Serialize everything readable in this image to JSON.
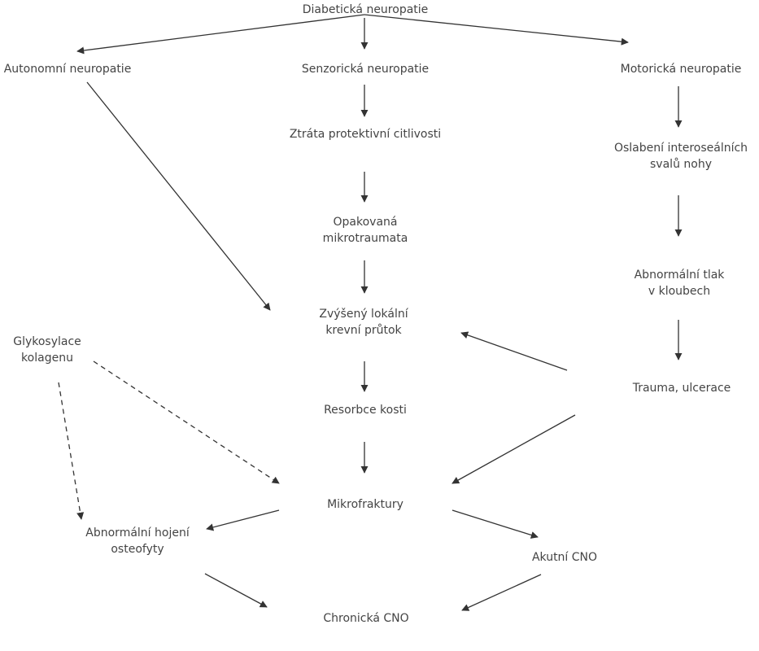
{
  "diagram": {
    "nodes": {
      "diabeticka": [
        "Diabetická neuropatie"
      ],
      "autonomni": [
        "Autonomní neuropatie"
      ],
      "senzoricka": [
        "Senzorická neuropatie"
      ],
      "motoricka": [
        "Motorická neuropatie"
      ],
      "ztrata": [
        "Ztráta protektivní citlivosti"
      ],
      "oslabeni": [
        "Oslabení interoseálních",
        "svalů nohy"
      ],
      "opakovana": [
        "Opakovaná",
        "mikrotraumata"
      ],
      "abnormalni_tlak": [
        "Abnormální tlak",
        "v kloubech"
      ],
      "zvyseny": [
        "Zvýšený lokální",
        "krevní průtok"
      ],
      "glykosylace": [
        "Glykosylace",
        "kolagenu"
      ],
      "trauma": [
        "Trauma, ulcerace"
      ],
      "resorbce": [
        "Resorbce kosti"
      ],
      "mikrofraktury": [
        "Mikrofraktury"
      ],
      "abnormalni_hojeni": [
        "Abnormální hojení",
        "osteofyty"
      ],
      "akutni": [
        "Akutní CNO"
      ],
      "chronicka": [
        "Chronická CNO"
      ]
    },
    "edges": [
      {
        "from": "diabeticka",
        "to": "autonomni",
        "style": "solid"
      },
      {
        "from": "diabeticka",
        "to": "senzoricka",
        "style": "solid"
      },
      {
        "from": "diabeticka",
        "to": "motoricka",
        "style": "solid"
      },
      {
        "from": "autonomni",
        "to": "zvyseny",
        "style": "solid"
      },
      {
        "from": "senzoricka",
        "to": "ztrata",
        "style": "solid"
      },
      {
        "from": "ztrata",
        "to": "opakovana",
        "style": "solid"
      },
      {
        "from": "opakovana",
        "to": "zvyseny",
        "style": "solid"
      },
      {
        "from": "zvyseny",
        "to": "resorbce",
        "style": "solid"
      },
      {
        "from": "resorbce",
        "to": "mikrofraktury",
        "style": "solid"
      },
      {
        "from": "motoricka",
        "to": "oslabeni",
        "style": "solid"
      },
      {
        "from": "oslabeni",
        "to": "abnormalni_tlak",
        "style": "solid"
      },
      {
        "from": "abnormalni_tlak",
        "to": "trauma",
        "style": "solid"
      },
      {
        "from": "trauma",
        "to": "zvyseny",
        "style": "solid"
      },
      {
        "from": "trauma",
        "to": "mikrofraktury",
        "style": "solid"
      },
      {
        "from": "glykosylace",
        "to": "mikrofraktury",
        "style": "dashed"
      },
      {
        "from": "glykosylace",
        "to": "abnormalni_hojeni",
        "style": "dashed"
      },
      {
        "from": "mikrofraktury",
        "to": "abnormalni_hojeni",
        "style": "solid"
      },
      {
        "from": "mikrofraktury",
        "to": "akutni",
        "style": "solid"
      },
      {
        "from": "abnormalni_hojeni",
        "to": "chronicka",
        "style": "solid"
      },
      {
        "from": "akutni",
        "to": "chronicka",
        "style": "solid"
      }
    ],
    "colors": {
      "text": "#444444",
      "arrow": "#333333"
    }
  }
}
